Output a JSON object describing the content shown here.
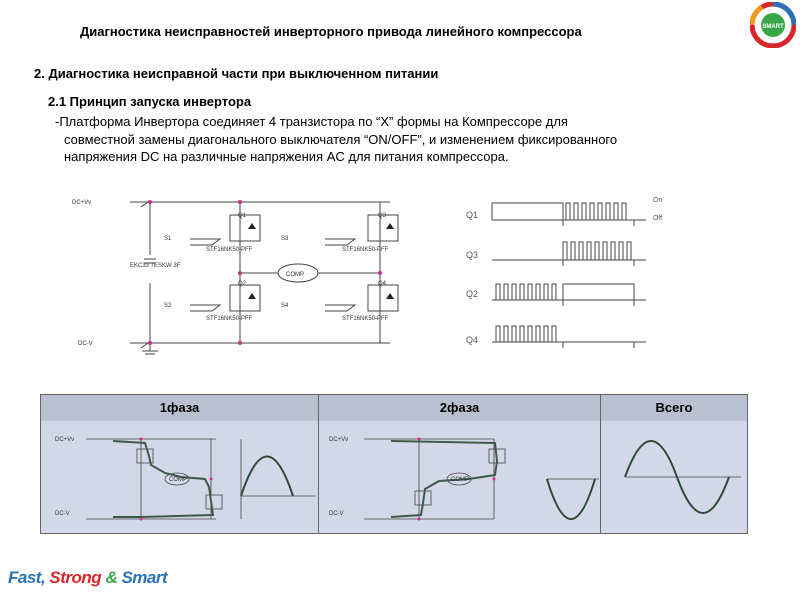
{
  "title": "Диагностика неисправностей инверторного привода линейного компрессора",
  "section": "2. Диагностика неисправной части при выключенном питании",
  "subsection": "2.1 Принцип запуска инвертора",
  "paragraph": [
    "-Платформа Инвертора соединяет 4 транзистора по “X” формы на Компрессоре для",
    "совместной замены диагонального выключателя “ON/OFF”, и изменением фиксированного",
    "напряжения DC на различные напряжения AC для питания компрессора."
  ],
  "circuit": {
    "dc_plus": "DC+Vv",
    "dc_minus": "DC-V",
    "cap": "EKC33 7ESKW 3F",
    "comp": "COMP",
    "q1": "Q1",
    "q2": "Q2",
    "q3": "Q3",
    "q4": "Q4",
    "s1": "S1",
    "s2": "S2",
    "s3": "S3",
    "s4": "S4",
    "part": "STF16NK50-PFF"
  },
  "timing": {
    "legend_on": "On",
    "legend_off": "Off",
    "rows": [
      "Q1",
      "Q3",
      "Q2",
      "Q4"
    ]
  },
  "table": {
    "headers": [
      "1фаза",
      "2фаза",
      "Всего"
    ],
    "mini_dc_plus": "DC+Vv",
    "mini_dc_minus": "DC-V",
    "mini_comp": "COMP"
  },
  "logo": {
    "fast": "Fast,",
    "strong": "Strong",
    "amp": "&",
    "smart": "Smart",
    "badge": "SMART"
  },
  "colors": {
    "accent_red": "#d9262a",
    "accent_blue": "#2a73b8",
    "wire_green": "#3d5a4a",
    "magenta": "#cc2a8c"
  }
}
